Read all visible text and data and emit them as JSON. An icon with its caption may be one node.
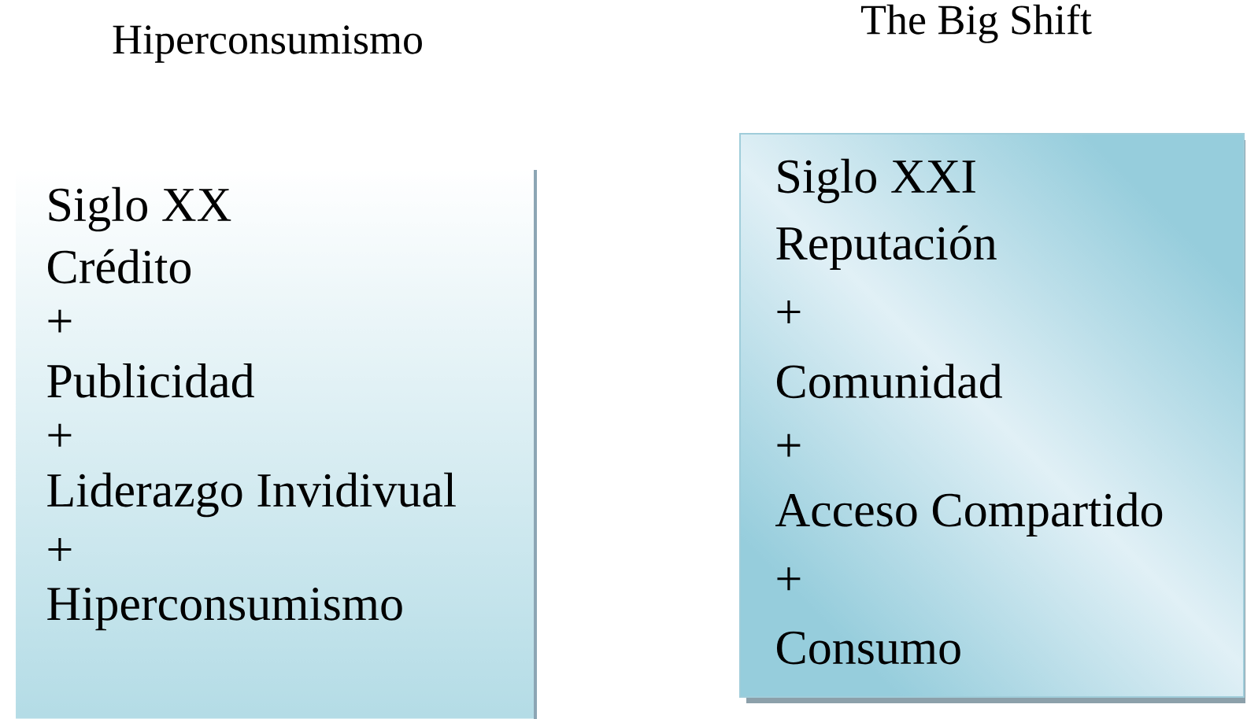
{
  "diagram": {
    "nodes": [
      {
        "text": [
          "Siglo XX",
          "Crédito",
          "+",
          "Publicidad",
          "+",
          "Liderazgo Invidivual",
          "+",
          "Hiperconsumismo"
        ]
      },
      {
        "text": [
          "Siglo XXI",
          "Reputación",
          "+",
          "Comunidad",
          "+",
          "Acceso Compartido",
          "+",
          "Consumo"
        ]
      }
    ],
    "labels": [
      "Hiperconsumismo",
      "The Big Shift"
    ]
  }
}
